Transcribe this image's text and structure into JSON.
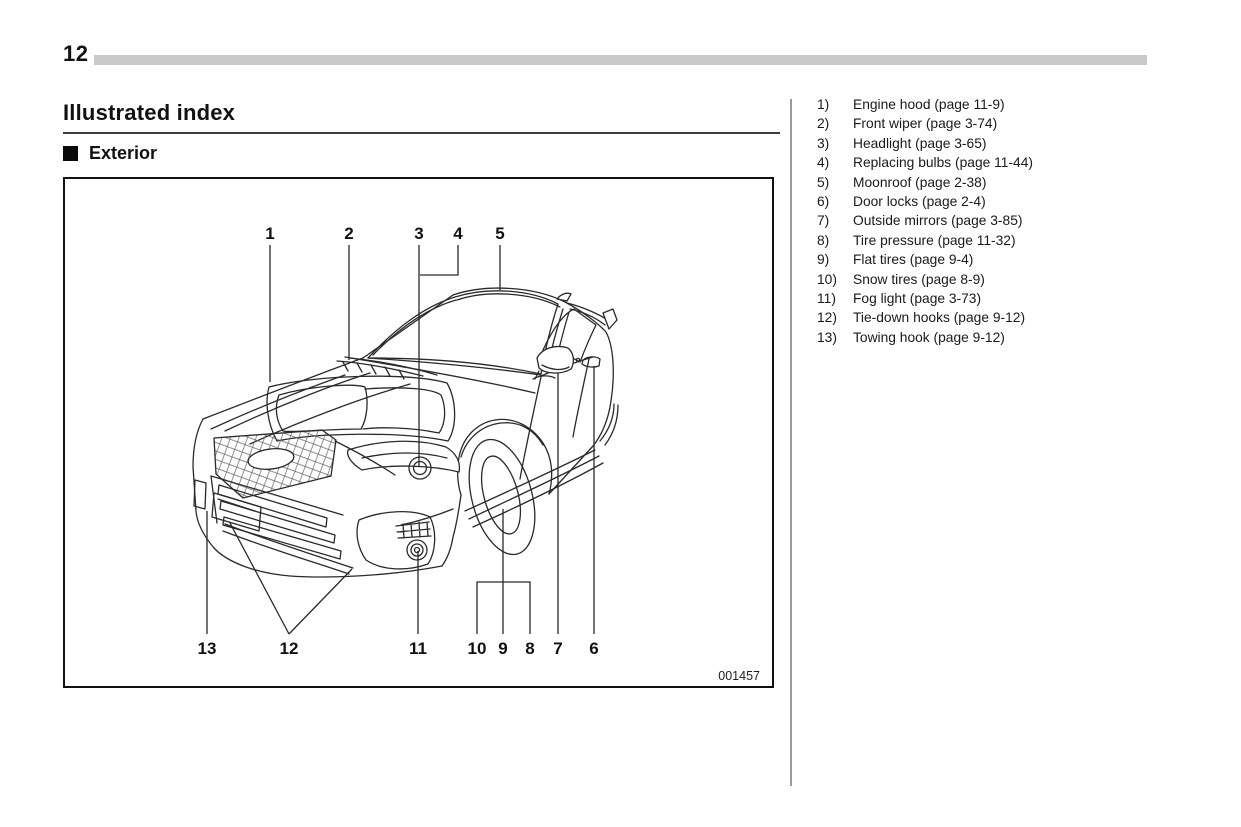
{
  "page": {
    "number": "12",
    "title": "Illustrated index",
    "section_heading": "Exterior",
    "figure_code": "001457"
  },
  "legend": {
    "items": [
      {
        "num": "1)",
        "label": "Engine hood (page 11-9)"
      },
      {
        "num": "2)",
        "label": "Front wiper (page 3-74)"
      },
      {
        "num": "3)",
        "label": "Headlight (page 3-65)"
      },
      {
        "num": "4)",
        "label": "Replacing bulbs (page 11-44)"
      },
      {
        "num": "5)",
        "label": "Moonroof (page 2-38)"
      },
      {
        "num": "6)",
        "label": "Door locks (page 2-4)"
      },
      {
        "num": "7)",
        "label": "Outside mirrors (page 3-85)"
      },
      {
        "num": "8)",
        "label": "Tire pressure (page 11-32)"
      },
      {
        "num": "9)",
        "label": "Flat tires (page 9-4)"
      },
      {
        "num": "10)",
        "label": "Snow tires (page 8-9)"
      },
      {
        "num": "11)",
        "label": "Fog light (page 3-73)"
      },
      {
        "num": "12)",
        "label": "Tie-down hooks (page 9-12)"
      },
      {
        "num": "13)",
        "label": "Towing hook (page 9-12)"
      }
    ]
  },
  "figure": {
    "callouts": [
      "1",
      "2",
      "3",
      "4",
      "5",
      "6",
      "7",
      "8",
      "9",
      "10",
      "11",
      "12",
      "13"
    ]
  },
  "colors": {
    "header_bar": "#c9c9c9",
    "separator": "#9a9a9a",
    "line_art": "#2a2a2a",
    "text": "#1a1a1a"
  }
}
